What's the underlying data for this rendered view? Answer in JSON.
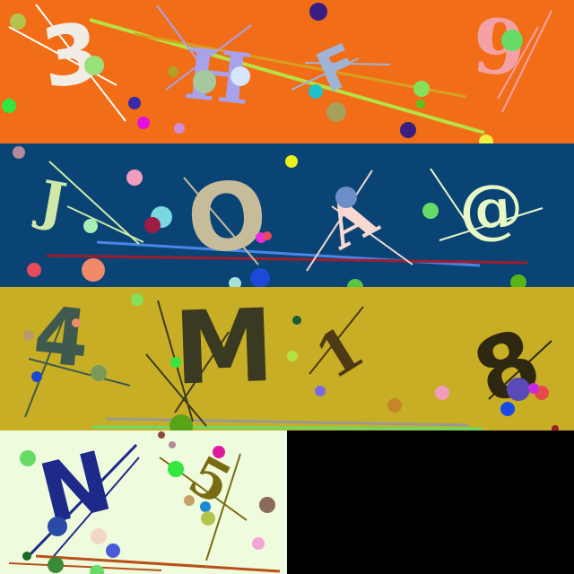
{
  "panels": [
    {
      "id": "band-1",
      "background": "#f26d17",
      "characters": [
        {
          "text": "3",
          "color": "#f2ece6"
        },
        {
          "text": "H",
          "color": "#a8a2ea"
        },
        {
          "text": "F",
          "color": "#9fb4d6"
        },
        {
          "text": "9",
          "color": "#f4a1a6"
        }
      ]
    },
    {
      "id": "band-2",
      "background": "#0a4474",
      "characters": [
        {
          "text": "J",
          "color": "#cfe8a8"
        },
        {
          "text": "O",
          "color": "#c6bc9a"
        },
        {
          "text": "A",
          "color": "#f8d8d0"
        },
        {
          "text": "@",
          "color": "#e8f7c6"
        }
      ]
    },
    {
      "id": "band-3",
      "background": "#c8ae24",
      "characters": [
        {
          "text": "4",
          "color": "#3e5a4f"
        },
        {
          "text": "M",
          "color": "#3a3a22"
        },
        {
          "text": "1",
          "color": "#4d3a14"
        },
        {
          "text": "8",
          "color": "#2e2810"
        }
      ]
    },
    {
      "id": "band-4",
      "background": "#eefbdc",
      "characters": [
        {
          "text": "N",
          "color": "#1e2a8a"
        },
        {
          "text": "5",
          "color": "#7a6a12"
        }
      ]
    }
  ],
  "empty_area_color": "#000000"
}
